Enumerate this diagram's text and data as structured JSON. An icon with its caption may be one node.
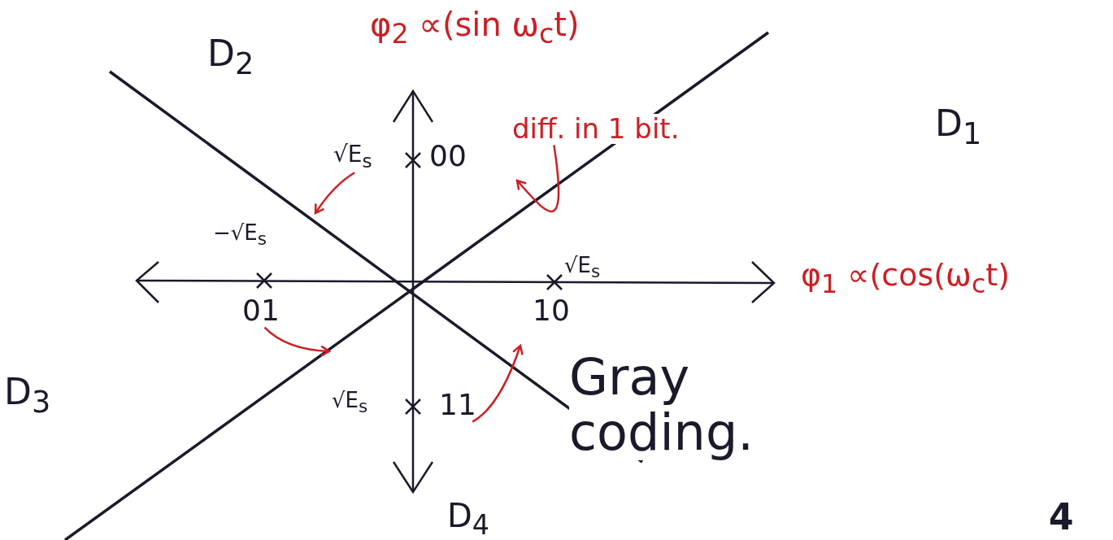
{
  "diagram": {
    "nodes": [
      {
        "text": [
          "diff. in 1 bit."
        ]
      },
      {
        "text": [
          "√E$_{s}$"
        ]
      },
      {
        "text": [
          "01"
        ]
      },
      {
        "text": [
          "11"
        ]
      }
    ],
    "edges": [
      {
        "from": 0,
        "to": null,
        "arrow": "to"
      },
      {
        "from": 1,
        "to": null,
        "arrow": "to"
      },
      {
        "from": 2,
        "to": null,
        "arrow": "to"
      },
      {
        "from": 3,
        "to": null,
        "arrow": "to"
      }
    ],
    "labels": [
      "D$_{2}$",
      "φ$_{2}$ ∝(sin ω$_{c}$t)",
      "D$_{1}$",
      "00",
      "−√E$_{s}$",
      "√E$_{s}$",
      "φ$_{1}$ ∝(cos(ω$_{c}$t)",
      "10",
      "D$_{3}$",
      "√E$_{s}$",
      "Gray coding.",
      "D$_{4}$",
      "4"
    ]
  }
}
